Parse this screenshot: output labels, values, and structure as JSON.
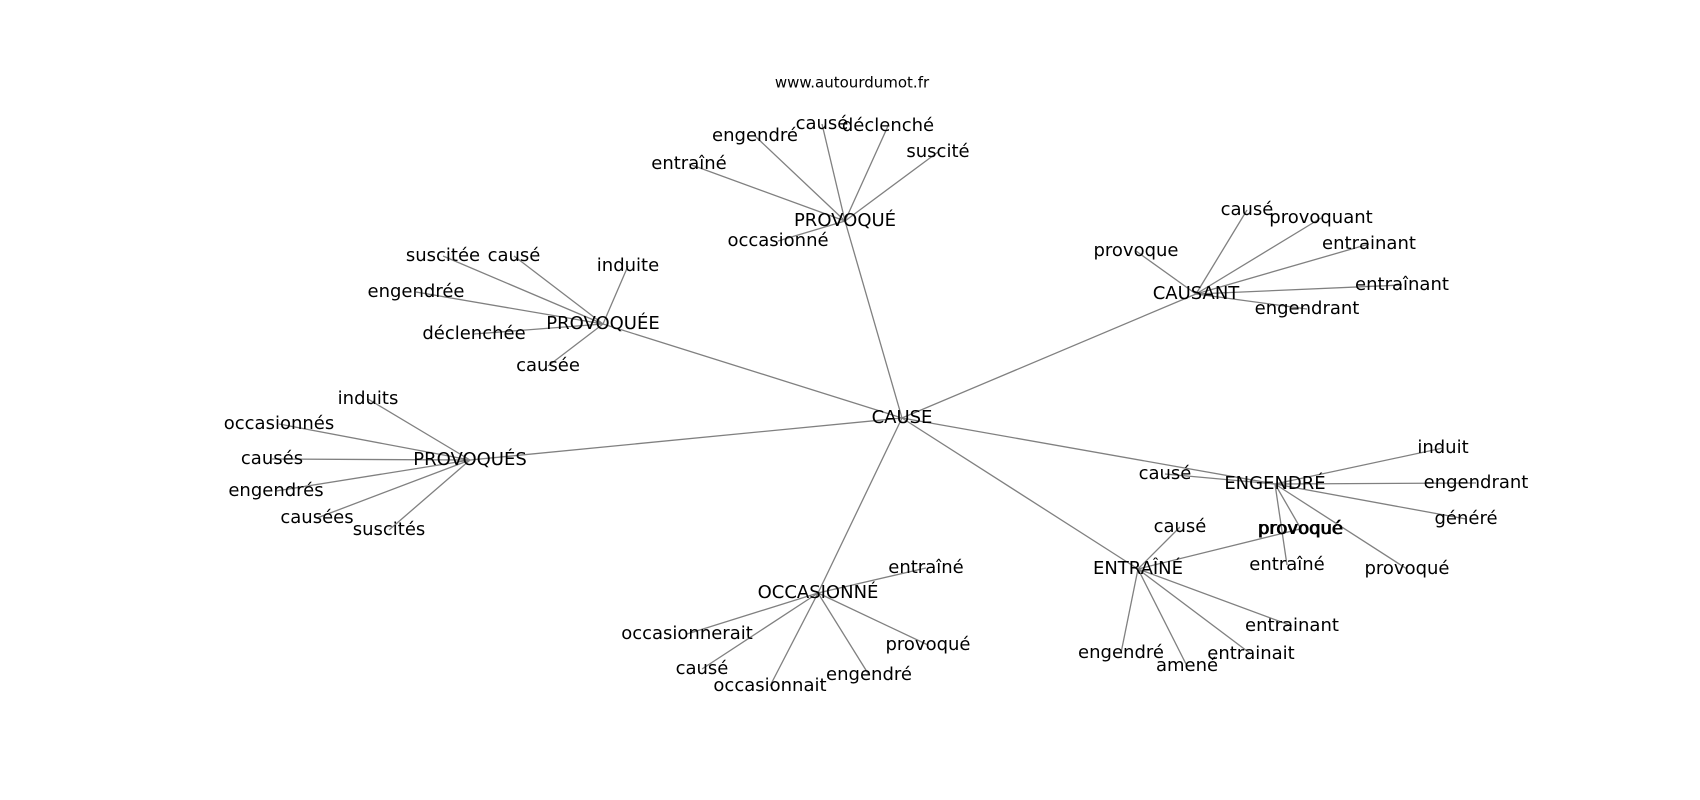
{
  "watermark": "www.autourdumot.fr",
  "graph": {
    "root": "CAUSE",
    "clusters": [
      {
        "hub": "PROVOQUÉ",
        "leaves": [
          "causé",
          "déclenché",
          "engendré",
          "suscité",
          "entraîné",
          "occasionné"
        ]
      },
      {
        "hub": "PROVOQUÉE",
        "leaves": [
          "suscitée",
          "causé",
          "induite",
          "engendrée",
          "déclenchée",
          "causée"
        ]
      },
      {
        "hub": "CAUSANT",
        "leaves": [
          "causé",
          "provoquant",
          "provoque",
          "entrainant",
          "entraînant",
          "engendrant"
        ]
      },
      {
        "hub": "PROVOQUÉS",
        "leaves": [
          "induits",
          "occasionnés",
          "causés",
          "engendrés",
          "causées",
          "suscités"
        ]
      },
      {
        "hub": "ENGENDRÉ",
        "leaves": [
          "induit",
          "causé",
          "engendrant",
          "généré",
          "provoqué",
          "entraîné",
          "provoqué"
        ]
      },
      {
        "hub": "ENTRAÎNÉ",
        "leaves": [
          "causé",
          "provoqué",
          "entrainant",
          "entrainait",
          "engendré",
          "amené"
        ]
      },
      {
        "hub": "OCCASIONNÉ",
        "leaves": [
          "entraîné",
          "occasionnerait",
          "provoqué",
          "causé",
          "engendré",
          "occasionnait"
        ]
      }
    ]
  }
}
